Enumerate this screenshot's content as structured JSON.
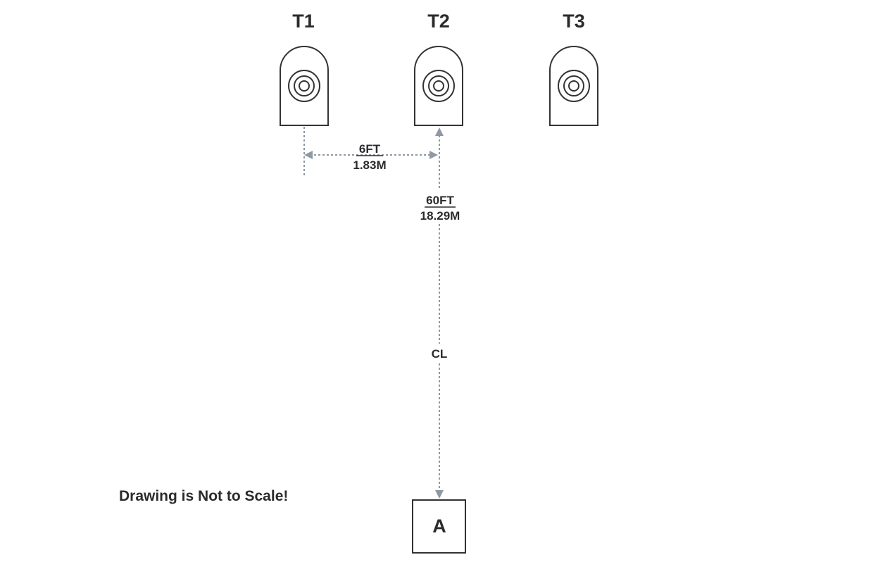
{
  "targets": [
    {
      "label": "T1",
      "icon": "target-rings-icon"
    },
    {
      "label": "T2",
      "icon": "target-rings-icon"
    },
    {
      "label": "T3",
      "icon": "target-rings-icon"
    }
  ],
  "spacing_dimension": {
    "primary": "6FT",
    "secondary": "1.83M"
  },
  "range_dimension": {
    "primary": "60FT",
    "secondary": "18.29M"
  },
  "centerline_label": "CL",
  "note": "Drawing is Not to Scale!",
  "station_label": "A",
  "colors": {
    "outline": "#333333",
    "dimension_line": "#8f98a3",
    "text": "#2b2b2b"
  }
}
